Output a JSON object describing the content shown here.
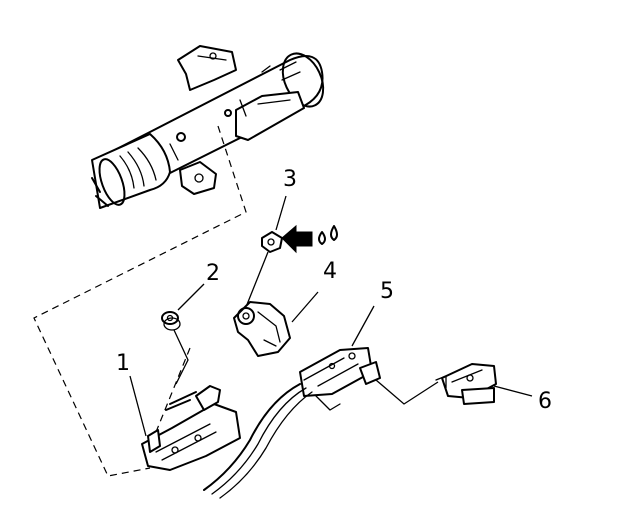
{
  "diagram": {
    "callouts": [
      "1",
      "2",
      "3",
      "4",
      "5",
      "6"
    ],
    "icons": {
      "arrow": "arrow-left-icon",
      "drops": "lubricant-drops-icon"
    },
    "colors": {
      "ink": "#000000",
      "background": "#ffffff"
    }
  }
}
